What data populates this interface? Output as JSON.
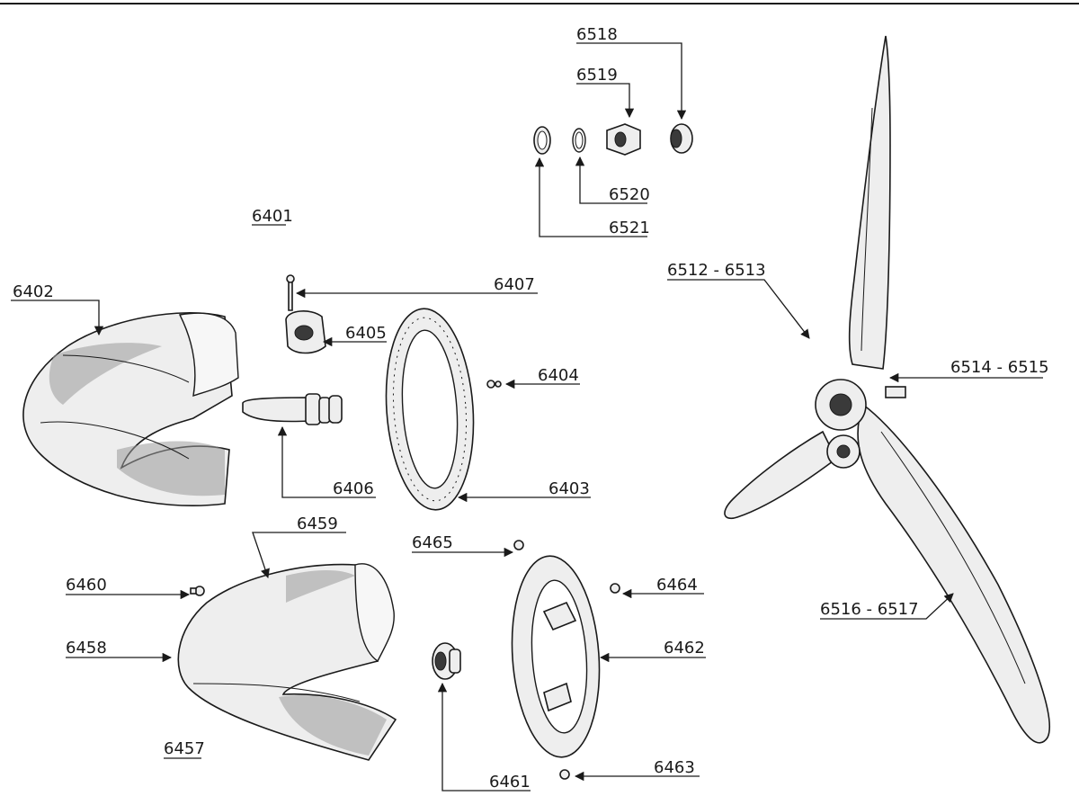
{
  "labels": {
    "p6401": "6401",
    "p6402": "6402",
    "p6403": "6403",
    "p6404": "6404",
    "p6405": "6405",
    "p6406": "6406",
    "p6407": "6407",
    "p6457": "6457",
    "p6458": "6458",
    "p6459": "6459",
    "p6460": "6460",
    "p6461": "6461",
    "p6462": "6462",
    "p6463": "6463",
    "p6464": "6464",
    "p6465": "6465",
    "p6512_6513": "6512 - 6513",
    "p6514_6515": "6514 - 6515",
    "p6516_6517": "6516 - 6517",
    "p6518": "6518",
    "p6519": "6519",
    "p6520": "6520",
    "p6521": "6521"
  }
}
